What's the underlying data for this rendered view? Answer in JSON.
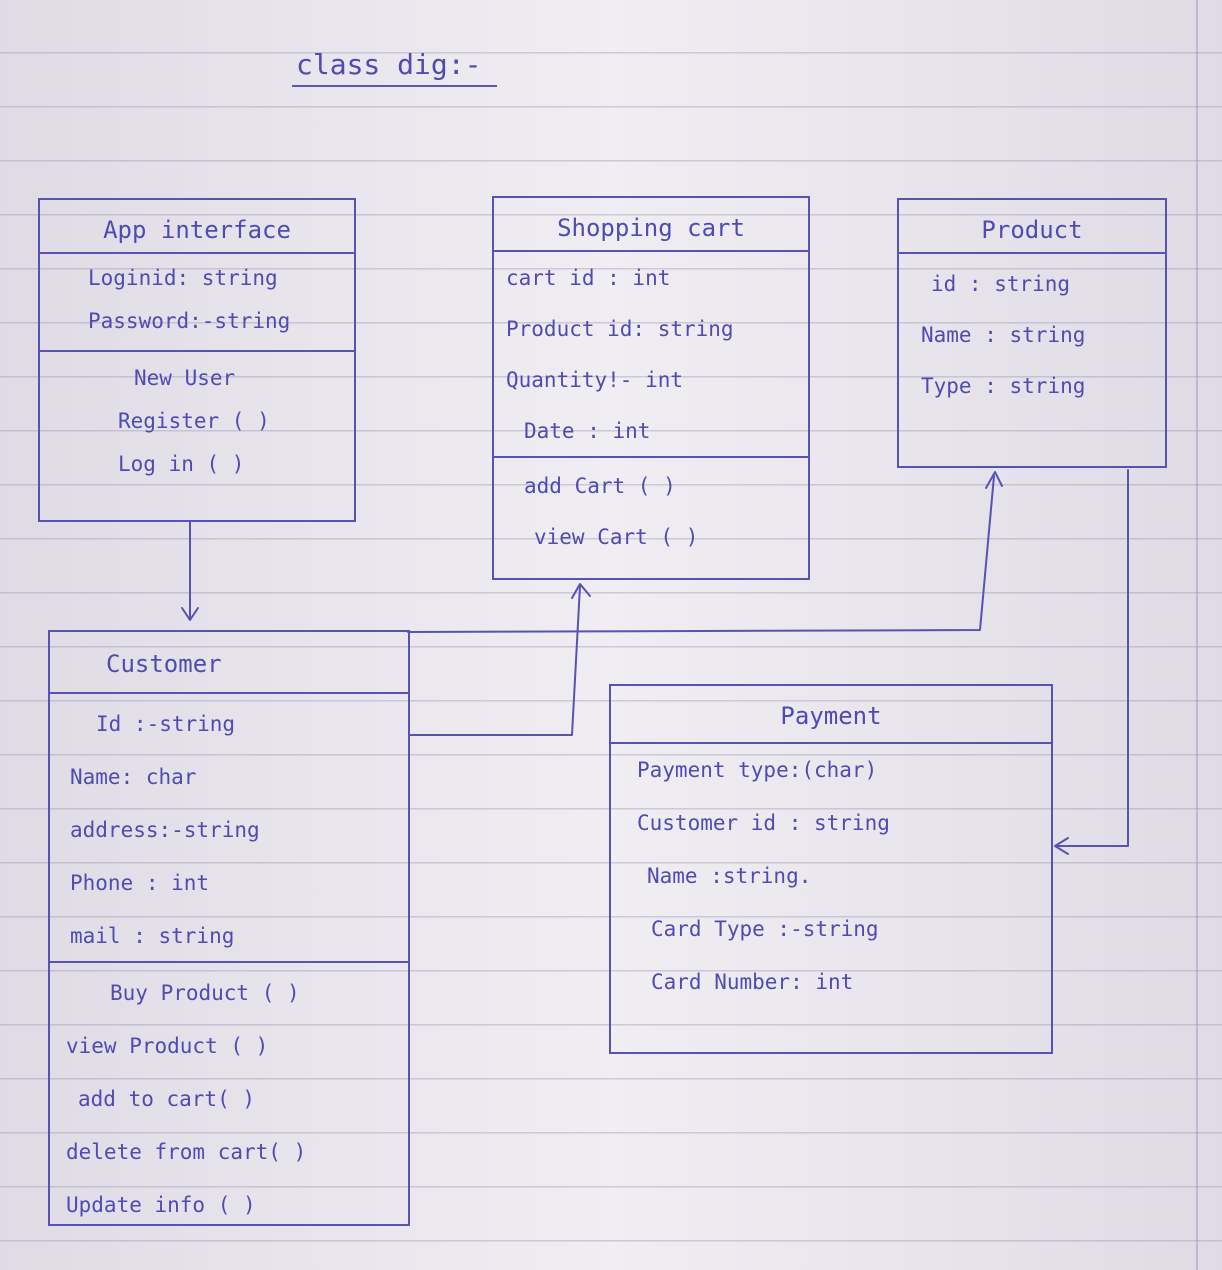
{
  "title": "class dig:-",
  "classes": {
    "app_interface": {
      "name": "App interface",
      "attributes": [
        "Loginid: string",
        "Password:-string"
      ],
      "operations": [
        "New User",
        "Register ( )",
        "Log in ( )"
      ]
    },
    "shopping_cart": {
      "name": "Shopping cart",
      "attributes": [
        "cart id : int",
        "Product id: string",
        "Quantity!- int",
        "Date : int"
      ],
      "operations": [
        "add Cart ( )",
        "view Cart ( )"
      ]
    },
    "product": {
      "name": "Product",
      "attributes": [
        "id : string",
        "Name : string",
        "Type : string"
      ],
      "operations": []
    },
    "customer": {
      "name": "Customer",
      "attributes": [
        "Id :-string",
        "Name: char",
        "address:-string",
        "Phone : int",
        "mail : string"
      ],
      "operations": [
        "Buy Product ( )",
        "view Product ( )",
        "add to cart( )",
        "delete from cart( )",
        "Update info ( )"
      ]
    },
    "payment": {
      "name": "Payment",
      "attributes": [
        "Payment type:(char)",
        "Customer id : string",
        "Name :string.",
        "Card Type :-string",
        "Card Number: int"
      ],
      "operations": []
    }
  },
  "colors": {
    "ink": "#4f4bb3",
    "paper": "#ebe8ee",
    "rule": "#a89fc0"
  }
}
